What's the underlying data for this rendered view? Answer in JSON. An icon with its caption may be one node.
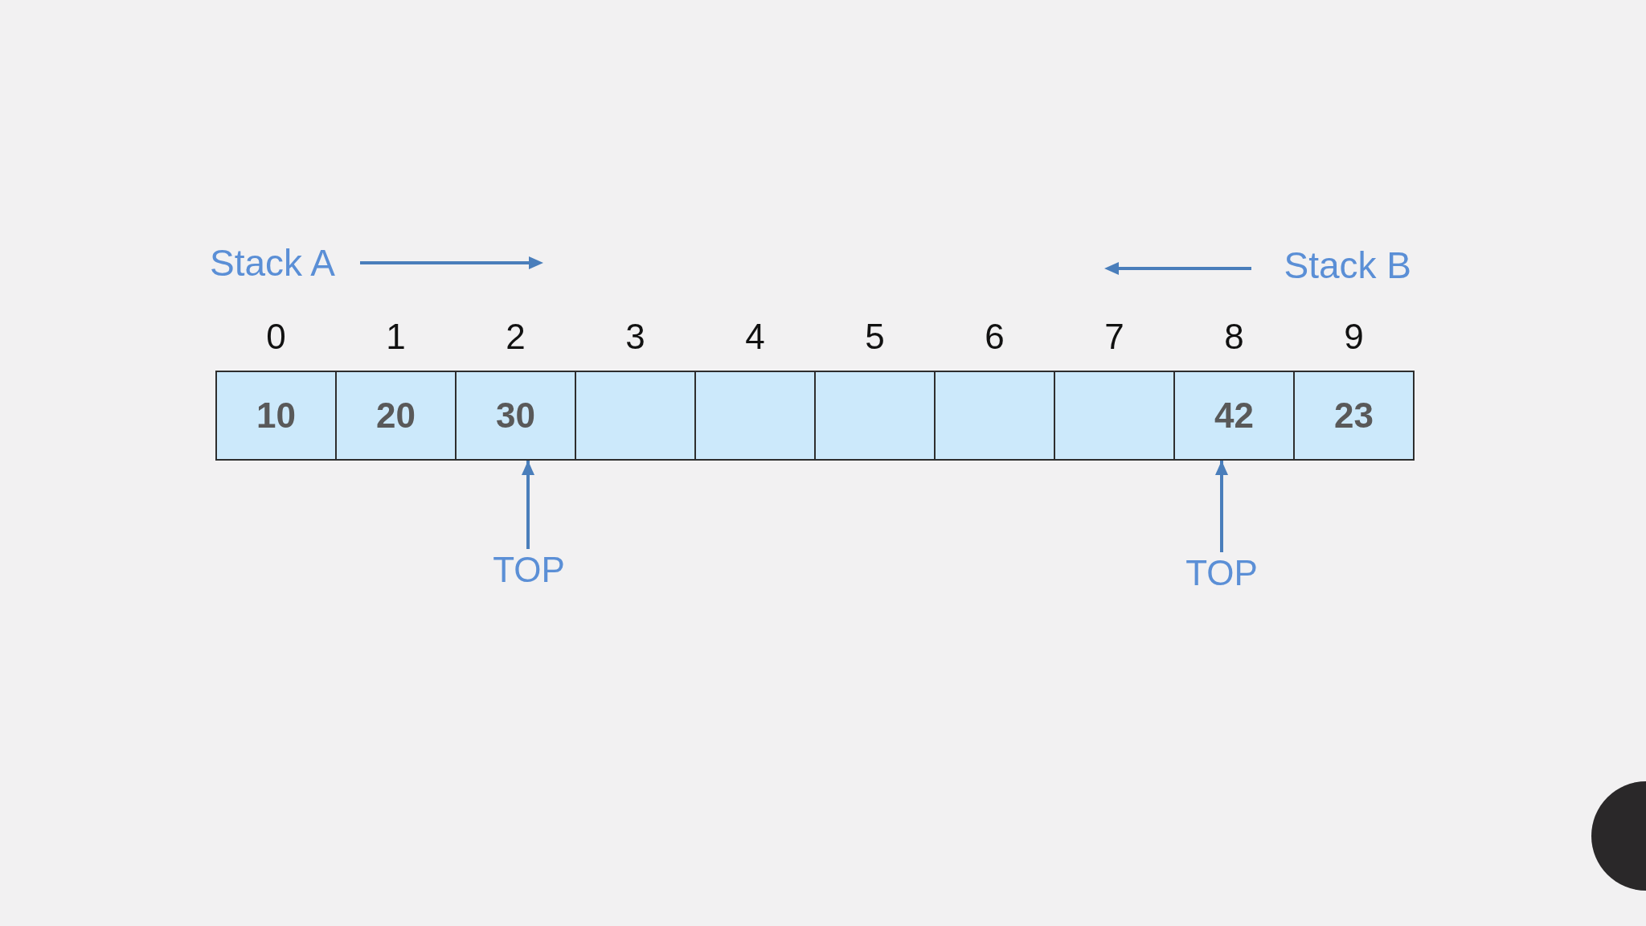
{
  "diagram": {
    "nodes": [
      {
        "text": [
          "10"
        ],
        "beside": [
          "0"
        ]
      },
      {
        "text": [
          "20"
        ],
        "beside": [
          "1"
        ]
      },
      {
        "text": [
          "30"
        ],
        "beside": [
          "2"
        ]
      },
      {
        "text": [],
        "shape": "box",
        "beside": [
          "3"
        ]
      },
      {
        "text": [],
        "shape": "box",
        "beside": [
          "4"
        ]
      },
      {
        "text": [],
        "shape": "box",
        "beside": [
          "5"
        ]
      },
      {
        "text": [],
        "shape": "box",
        "beside": [
          "6"
        ]
      },
      {
        "text": [],
        "shape": "box",
        "beside": [
          "7"
        ]
      },
      {
        "text": [
          "42"
        ],
        "beside": [
          "8"
        ]
      },
      {
        "text": [
          "23"
        ],
        "beside": [
          "9"
        ]
      },
      {
        "text": [
          "TOP"
        ]
      },
      {
        "text": [
          "TOP"
        ]
      }
    ],
    "edges": [
      {
        "from": 10,
        "to": 2,
        "arrow": "to"
      },
      {
        "from": 11,
        "to": 8,
        "arrow": "to"
      }
    ],
    "labels": [
      "Stack A",
      "Stack B"
    ]
  }
}
